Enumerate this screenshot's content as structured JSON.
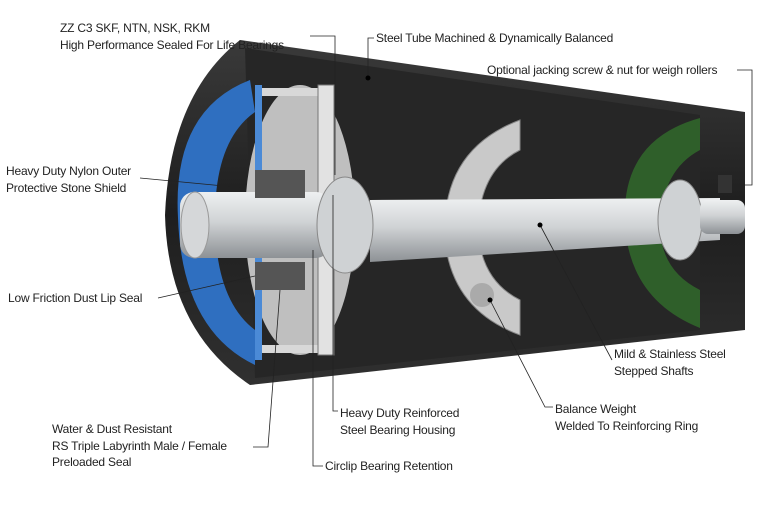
{
  "title": "Conveyor roller cross-section",
  "labels": {
    "bearings": [
      "ZZ C3 SKF, NTN, NSK, RKM",
      "High Performance Sealed For Life Bearings"
    ],
    "steel_tube": "Steel Tube Machined & Dynamically Balanced",
    "jacking_screw": "Optional jacking screw & nut for weigh rollers",
    "stone_shield": [
      "Heavy Duty Nylon Outer",
      "Protective Stone Shield"
    ],
    "dust_lip_seal": "Low Friction Dust Lip Seal",
    "shafts": [
      "Mild & Stainless Steel",
      "Stepped Shafts"
    ],
    "labyrinth_seal": [
      "Water & Dust Resistant",
      "RS Triple Labyrinth Male / Female",
      "Preloaded Seal"
    ],
    "bearing_housing": [
      "Heavy Duty Reinforced",
      "Steel Bearing Housing"
    ],
    "balance_weight": [
      "Balance Weight",
      "Welded To Reinforcing Ring"
    ],
    "circlip": "Circlip Bearing Retention"
  },
  "colors": {
    "tube": "#2b2b2b",
    "shield": "#2f6fc0",
    "right_shield": "#2f5f2a",
    "shaft": "#d4d6d8"
  }
}
